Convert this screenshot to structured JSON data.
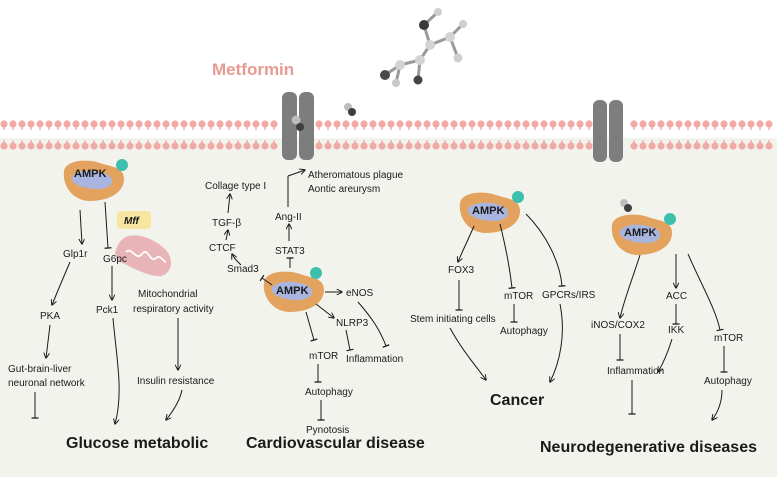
{
  "title": "Metformin",
  "ampk_label": "AMPK",
  "sections": {
    "glucose": {
      "heading": "Glucose metabolic",
      "mff": "Mff",
      "glp1r": "Glp1r",
      "g6pc": "G6pc",
      "pka": "PKA",
      "pck1": "Pck1",
      "network_1": "Gut-brain-liver",
      "network_2": "neuronal network",
      "mito_1": "Mitochondrial",
      "mito_2": "respiratory activity",
      "insulin": "Insulin resistance"
    },
    "cardio": {
      "heading": "Cardiovascular disease",
      "collagen": "Collage type I",
      "tgfb": "TGF-β",
      "ctcf": "CTCF",
      "smad3": "Smad3",
      "atheroma_1": "Atheromatous plague",
      "atheroma_2": "Aontic areurysm",
      "ang": "Ang-II",
      "stat3": "STAT3",
      "enos": "eNOS",
      "nlrp3": "NLRP3",
      "inflammation": "Inflammation",
      "mtor": "mTOR",
      "autophagy": "Autophagy",
      "pyroptosis": "Pynotosis"
    },
    "cancer": {
      "heading": "Cancer",
      "fox3": "FOX3",
      "stem": "Stem initiating cells",
      "mtor": "mTOR",
      "autophagy": "Autophagy",
      "gpcrs": "GPCRs/IRS"
    },
    "neuro": {
      "heading": "Neurodegenerative diseases",
      "inos": "iNOS/COX2",
      "acc": "ACC",
      "ikk": "IKK",
      "mtor": "mTOR",
      "inflammation": "Inflammation",
      "autophagy": "Autophagy"
    }
  },
  "colors": {
    "membrane": "#f0a9a4",
    "cytoplasm": "#f3f3ee",
    "ampk_orange": "#e3a35f",
    "ampk_blue": "#a9b5de",
    "ampk_teal": "#3dbfae",
    "channel": "#7d7d7d",
    "mff_box": "#f8e5a0",
    "mito": "#e9b4b7",
    "drug": "#e89a92"
  }
}
